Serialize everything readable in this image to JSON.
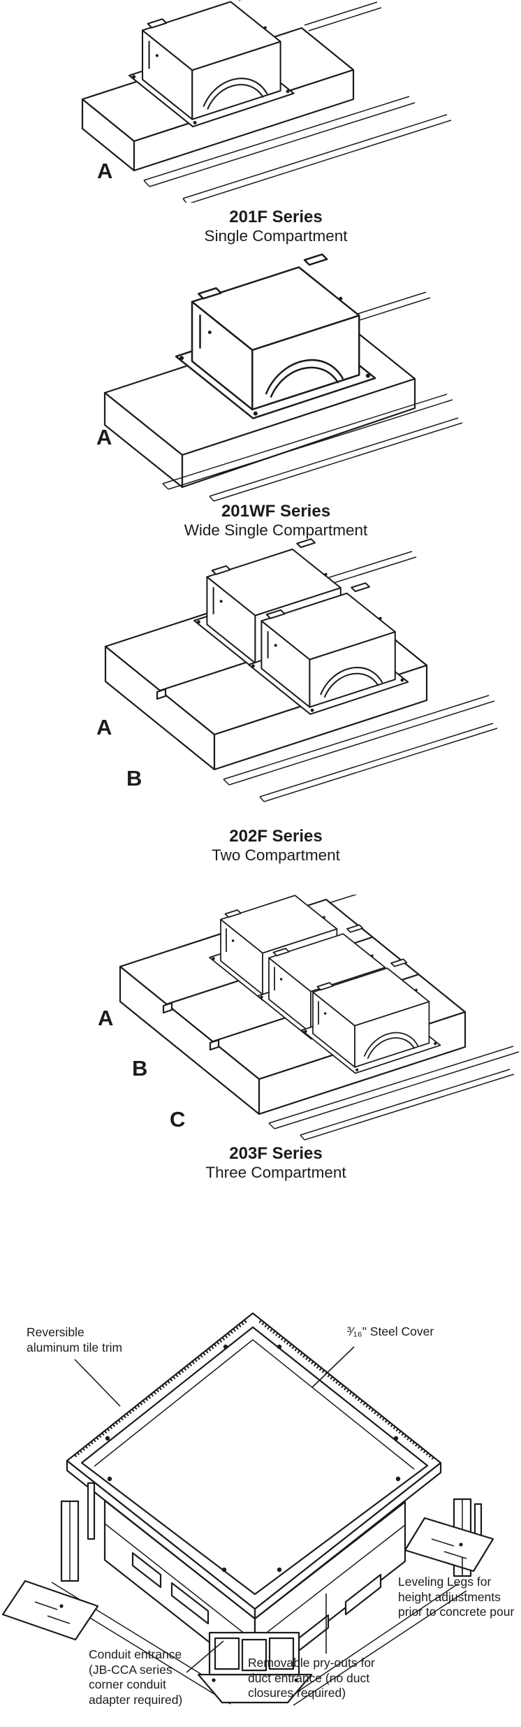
{
  "page": {
    "background": "#ffffff",
    "ink": "#1b1b1b"
  },
  "figures": [
    {
      "series": "201F Series",
      "subtitle": "Single Compartment",
      "markers": [
        "A"
      ]
    },
    {
      "series": "201WF Series",
      "subtitle": "Wide Single Compartment",
      "markers": [
        "A"
      ]
    },
    {
      "series": "202F Series",
      "subtitle": "Two Compartment",
      "markers": [
        "A",
        "B"
      ]
    },
    {
      "series": "203F Series",
      "subtitle": "Three Compartment",
      "markers": [
        "A",
        "B",
        "C"
      ]
    }
  ],
  "floor_box": {
    "labels": {
      "tile_trim": "Reversible\naluminum tile trim",
      "steel_cover": "³⁄₁₆\" Steel Cover",
      "leveling_legs": "Leveling Legs for\nheight adjustments\nprior to concrete pour",
      "conduit_entrance": "Conduit entrance\n(JB-CCA series\ncorner conduit\nadapter required)",
      "pry_outs": "Removable pry-outs for\nduct entrance (no duct\nclosures required)"
    }
  }
}
